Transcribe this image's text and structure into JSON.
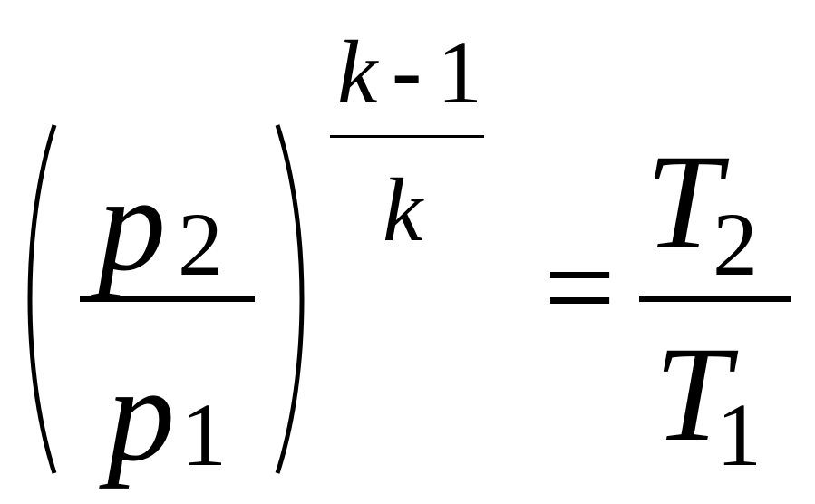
{
  "equation": {
    "left": {
      "numerator": {
        "var": "p",
        "sub": "2"
      },
      "denominator": {
        "var": "p",
        "sub": "1"
      },
      "exponent": {
        "numerator": {
          "var": "k",
          "op": "-",
          "const": "1"
        },
        "denominator": {
          "var": "k"
        }
      }
    },
    "equals": "=",
    "right": {
      "numerator": {
        "var": "T",
        "sub": "2"
      },
      "denominator": {
        "var": "T",
        "sub": "1"
      }
    }
  }
}
